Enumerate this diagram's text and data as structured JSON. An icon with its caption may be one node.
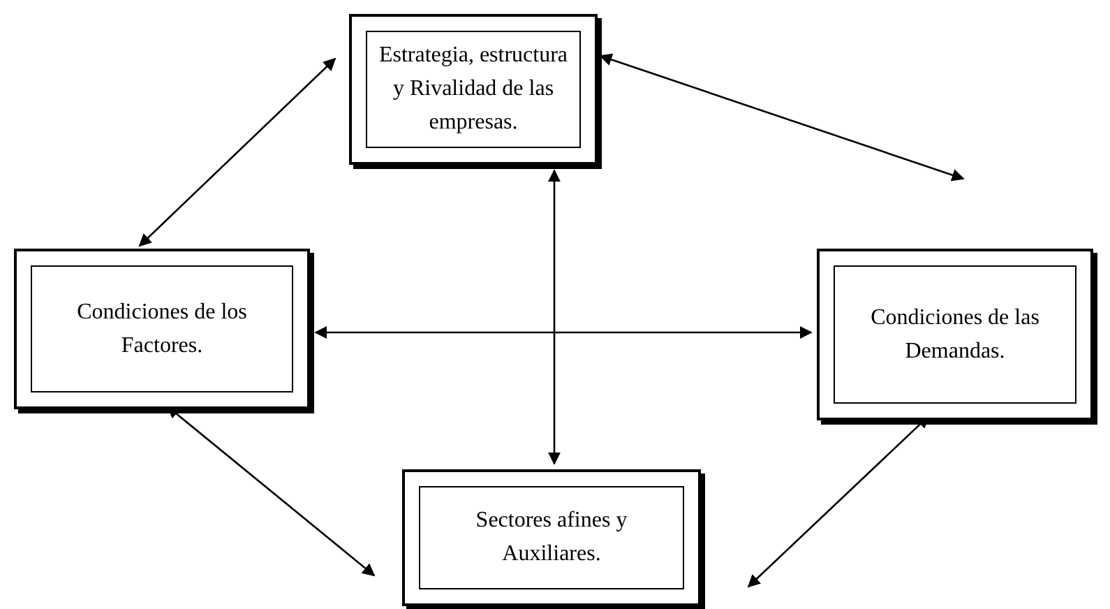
{
  "diagram": {
    "nodes": [
      {
        "text": [
          "Estrategia, estructura y Rivalidad de las empresas."
        ]
      },
      {
        "text": [
          "Condiciones de los Factores."
        ]
      },
      {
        "text": [
          "Condiciones de las Demandas."
        ]
      },
      {
        "text": [
          "Sectores afines y Auxiliares."
        ]
      }
    ],
    "edges": [
      {
        "from": 0,
        "to": 1,
        "arrow": "both"
      },
      {
        "from": 0,
        "to": 2,
        "arrow": "both"
      },
      {
        "from": 0,
        "to": 3,
        "arrow": "both"
      },
      {
        "from": 1,
        "to": 2,
        "arrow": "both"
      },
      {
        "from": 1,
        "to": 3,
        "arrow": "both"
      },
      {
        "from": 2,
        "to": 3,
        "arrow": "both"
      }
    ]
  }
}
